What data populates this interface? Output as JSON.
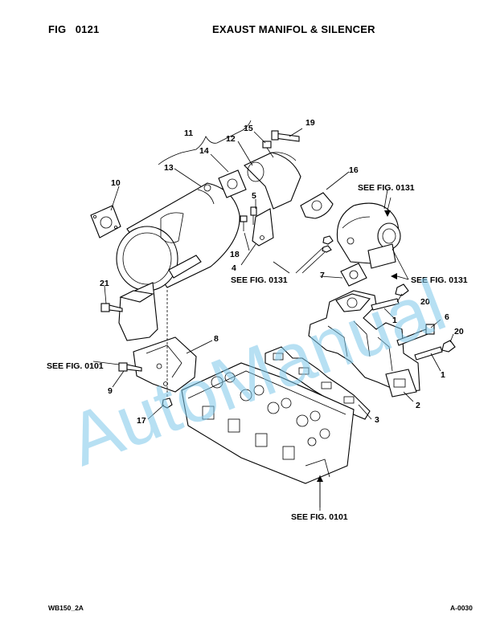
{
  "header": {
    "fig_label": "FIG",
    "fig_number": "0121",
    "title": "EXAUST MANIFOL & SILENCER"
  },
  "footer": {
    "left": "WB150_2A",
    "right": "A-0030"
  },
  "watermark": "AutoManual",
  "colors": {
    "watermark": "#7ec8ea",
    "ink": "#000000"
  },
  "callouts": [
    "1",
    "1",
    "2",
    "3",
    "4",
    "5",
    "6",
    "7",
    "8",
    "9",
    "10",
    "11",
    "12",
    "13",
    "14",
    "15",
    "16",
    "17",
    "18",
    "19",
    "20",
    "20",
    "21"
  ],
  "references": {
    "turbo_top": "SEE FIG. 0131",
    "center": "SEE FIG. 0131",
    "turbo_right": "SEE FIG. 0131",
    "left": "SEE FIG. 0101",
    "bottom": "SEE FIG. 0101"
  }
}
